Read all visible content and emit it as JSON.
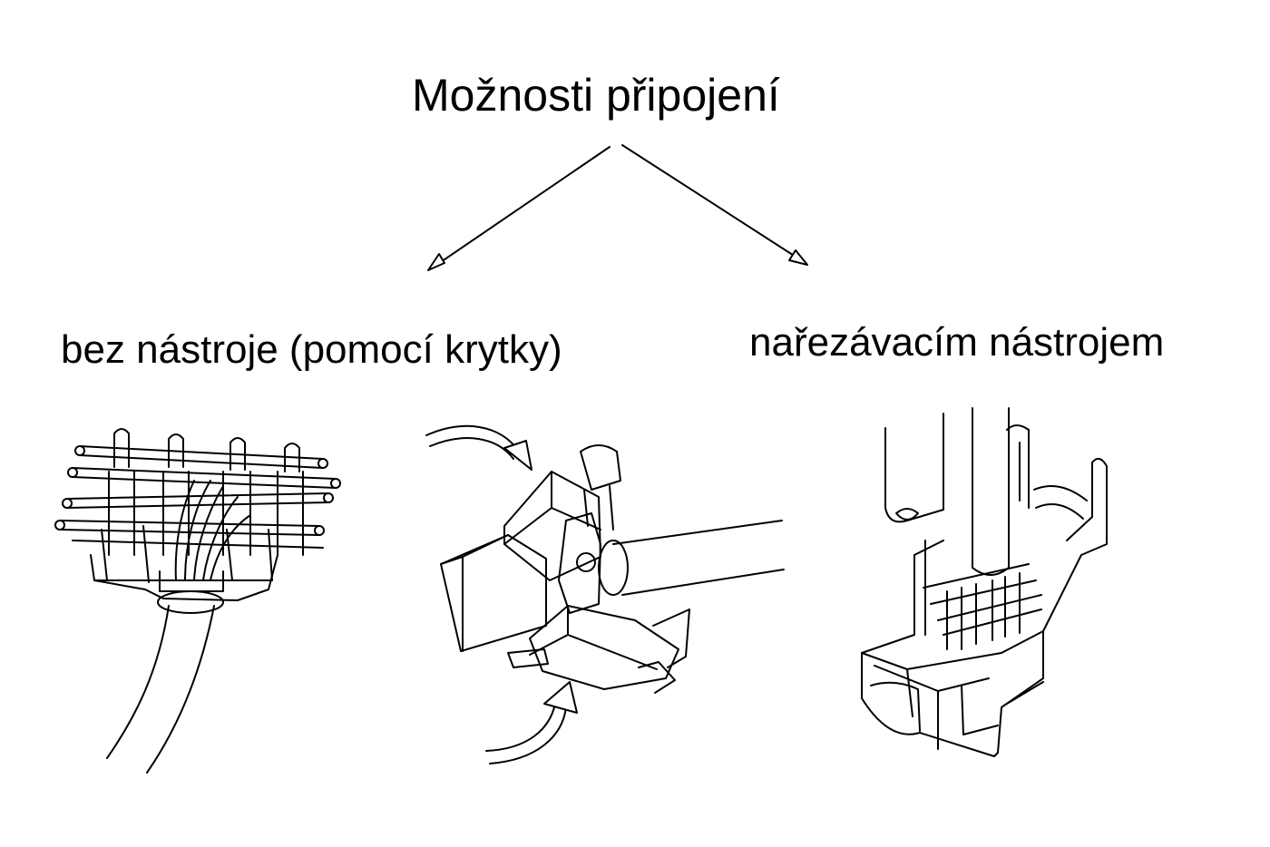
{
  "title": "Možnosti připojení",
  "options": {
    "left_label": "bez nástroje (pomocí krytky)",
    "right_label": "nařezávacím nástrojem"
  },
  "colors": {
    "ink": "#000000",
    "paper": "#ffffff"
  }
}
